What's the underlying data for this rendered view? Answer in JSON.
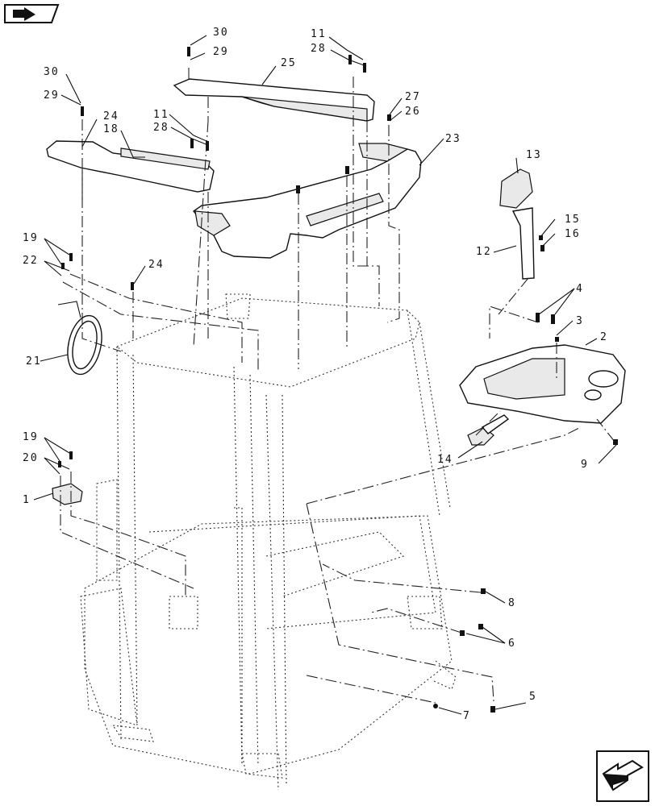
{
  "callouts": {
    "c1": "1",
    "c2": "2",
    "c3": "3",
    "c4": "4",
    "c5": "5",
    "c6": "6",
    "c7": "7",
    "c8": "8",
    "c9": "9",
    "c11a": "11",
    "c11b": "11",
    "c12": "12",
    "c13": "13",
    "c14": "14",
    "c15": "15",
    "c16": "16",
    "c18": "18",
    "c19a": "19",
    "c19b": "19",
    "c20": "20",
    "c21": "21",
    "c22": "22",
    "c23": "23",
    "c24a": "24",
    "c24b": "24",
    "c25": "25",
    "c26": "26",
    "c27": "27",
    "c28a": "28",
    "c28b": "28",
    "c29a": "29",
    "c29b": "29",
    "c30a": "30",
    "c30b": "30"
  },
  "icons": {
    "top_left": "previous-page-arrow-icon",
    "bottom_right": "next-page-arrow-icon"
  }
}
